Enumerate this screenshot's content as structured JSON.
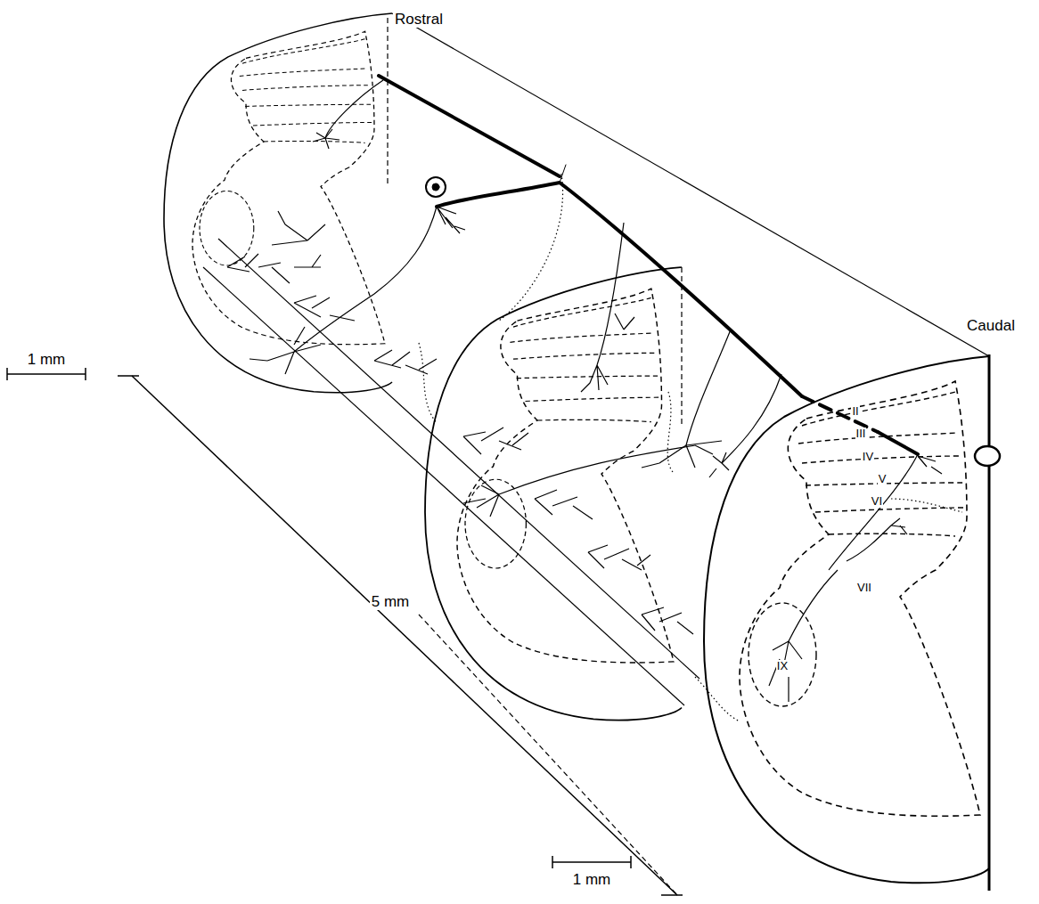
{
  "diagram": {
    "labels": [
      "Rostral",
      "Caudal",
      "1 mm",
      "5 mm",
      "1 mm",
      "II",
      "III",
      "IV",
      "V",
      "VI",
      "VII",
      "IX"
    ]
  }
}
